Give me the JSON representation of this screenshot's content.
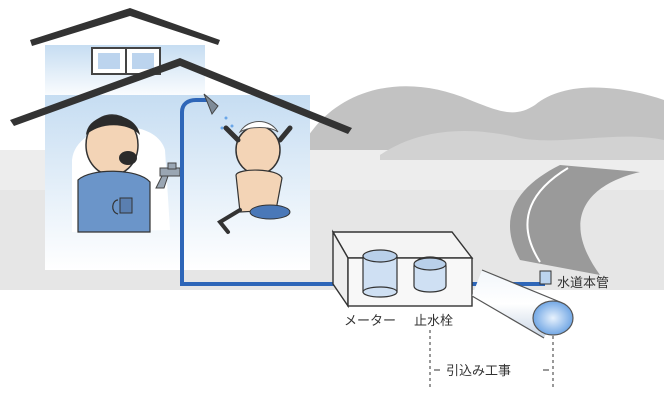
{
  "labels": {
    "main_pipe": "水道本管",
    "meter": "メーター",
    "stop_valve": "止水栓",
    "service_work": "引込み工事"
  },
  "colors": {
    "pipe": "#2e66b8",
    "ground": "#e5e5e5",
    "hills": "#bdbdbd",
    "house_fill": "#d7e8f7",
    "roof": "#333333",
    "skin": "#f3d4b6",
    "main_pipe_opening": "#6aa6e8"
  }
}
